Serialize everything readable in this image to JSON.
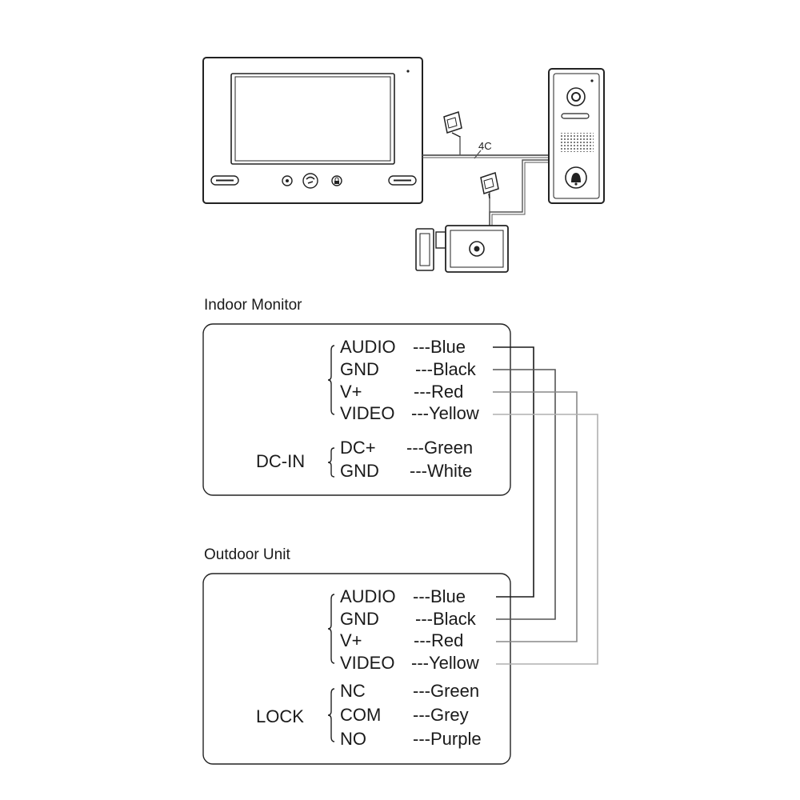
{
  "cable_label": "4C",
  "indoor": {
    "title": "Indoor Monitor",
    "signals": [
      {
        "pin": "AUDIO",
        "wire": "---Blue"
      },
      {
        "pin": "GND",
        "wire": "---Black"
      },
      {
        "pin": "V+",
        "wire": "---Red"
      },
      {
        "pin": "VIDEO",
        "wire": "---Yellow"
      }
    ],
    "dc_group": "DC-IN",
    "dc": [
      {
        "pin": "DC+",
        "wire": "---Green"
      },
      {
        "pin": "GND",
        "wire": "---White"
      }
    ]
  },
  "outdoor": {
    "title": "Outdoor Unit",
    "signals": [
      {
        "pin": "AUDIO",
        "wire": "---Blue"
      },
      {
        "pin": "GND",
        "wire": "---Black"
      },
      {
        "pin": "V+",
        "wire": "---Red"
      },
      {
        "pin": "VIDEO",
        "wire": "---Yellow"
      }
    ],
    "lock_group": "LOCK",
    "lock": [
      {
        "pin": "NC",
        "wire": "---Green"
      },
      {
        "pin": "COM",
        "wire": "---Grey"
      },
      {
        "pin": "NO",
        "wire": "---Purple"
      }
    ]
  },
  "wire_colors": [
    "#1a1a1a",
    "#555555",
    "#888888",
    "#b0b0b0"
  ]
}
